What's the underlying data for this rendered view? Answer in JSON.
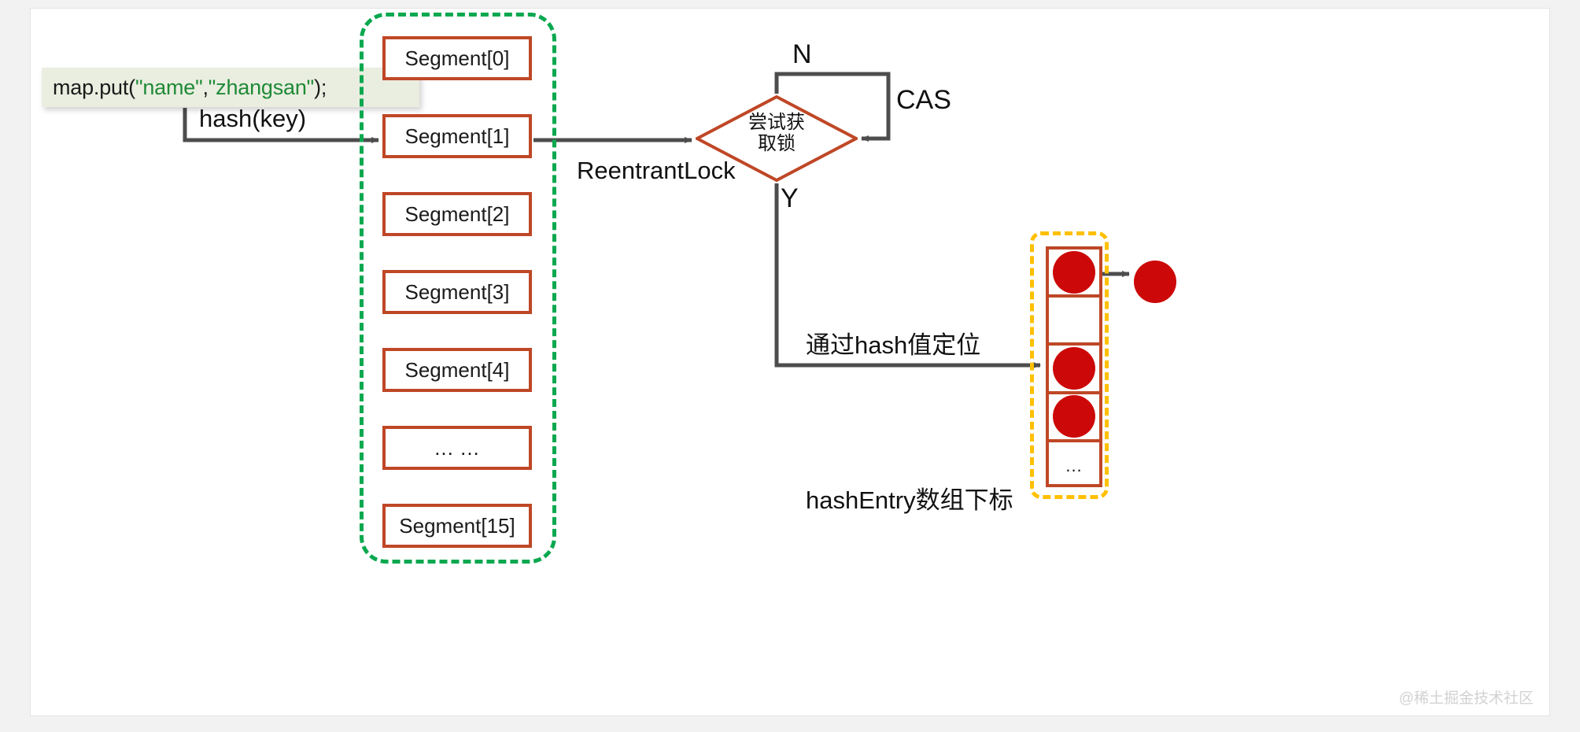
{
  "diagram": {
    "title": "ConcurrentHashMap put flow (JDK7 Segment)",
    "watermark": "@稀土掘金技术社区"
  },
  "code_callout": {
    "prefix": "map.put(",
    "arg_key": "\"name\"",
    "separator": ",",
    "arg_value": "\"zhangsan\"",
    "suffix": ");",
    "full_text": "map.put(\"name\",\"zhangsan\");",
    "string_color": "#1f8a37",
    "background": "#eaeee0"
  },
  "edges": {
    "hash_label": "hash(key)",
    "reentrant_lock_label": "ReentrantLock",
    "branch_no": "N",
    "branch_yes": "Y",
    "cas_label": "CAS",
    "locate_line1": "通过hash值定位",
    "locate_line2": "hashEntry数组下标"
  },
  "decision": {
    "line1": "尝试获",
    "line2": "取锁",
    "border_color": "#bf4726"
  },
  "segment_group": {
    "border_color": "#0aa84f",
    "items": [
      {
        "label": "Segment[0]"
      },
      {
        "label": "Segment[1]"
      },
      {
        "label": "Segment[2]"
      },
      {
        "label": "Segment[3]"
      },
      {
        "label": "Segment[4]"
      },
      {
        "label": "... ..."
      },
      {
        "label": "Segment[15]"
      }
    ]
  },
  "hash_entry": {
    "border_color": "#ffc000",
    "cell_border_color": "#bf4726",
    "node_color": "#cc0808",
    "cells": [
      {
        "filled": true,
        "text": ""
      },
      {
        "filled": false,
        "text": ""
      },
      {
        "filled": true,
        "text": ""
      },
      {
        "filled": true,
        "text": ""
      },
      {
        "filled": false,
        "text": "..."
      }
    ],
    "external_node_present": true
  }
}
